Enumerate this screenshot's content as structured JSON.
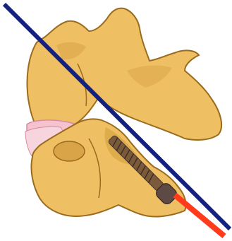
{
  "colors": {
    "background": "#ffffff",
    "bone": "#efc063",
    "bone_dark": "#c8962f",
    "bone_outline": "#9a6b1e",
    "bone_shadow": "#d9a447",
    "disc": "#f4c3cf",
    "disc_outline": "#d88a9e",
    "screw": "#7a5a3a",
    "screw_head": "#5e4a44",
    "guide_line": "#15217f",
    "trajectory": "#ff3b1c"
  },
  "elements": {
    "upper_vertebra": "upper-vertebra",
    "lower_vertebra": "lower-vertebra",
    "disc": "intervertebral-disc",
    "screw": "pedicle-screw",
    "blue_line": "alignment-line",
    "red_line": "trajectory-line"
  }
}
